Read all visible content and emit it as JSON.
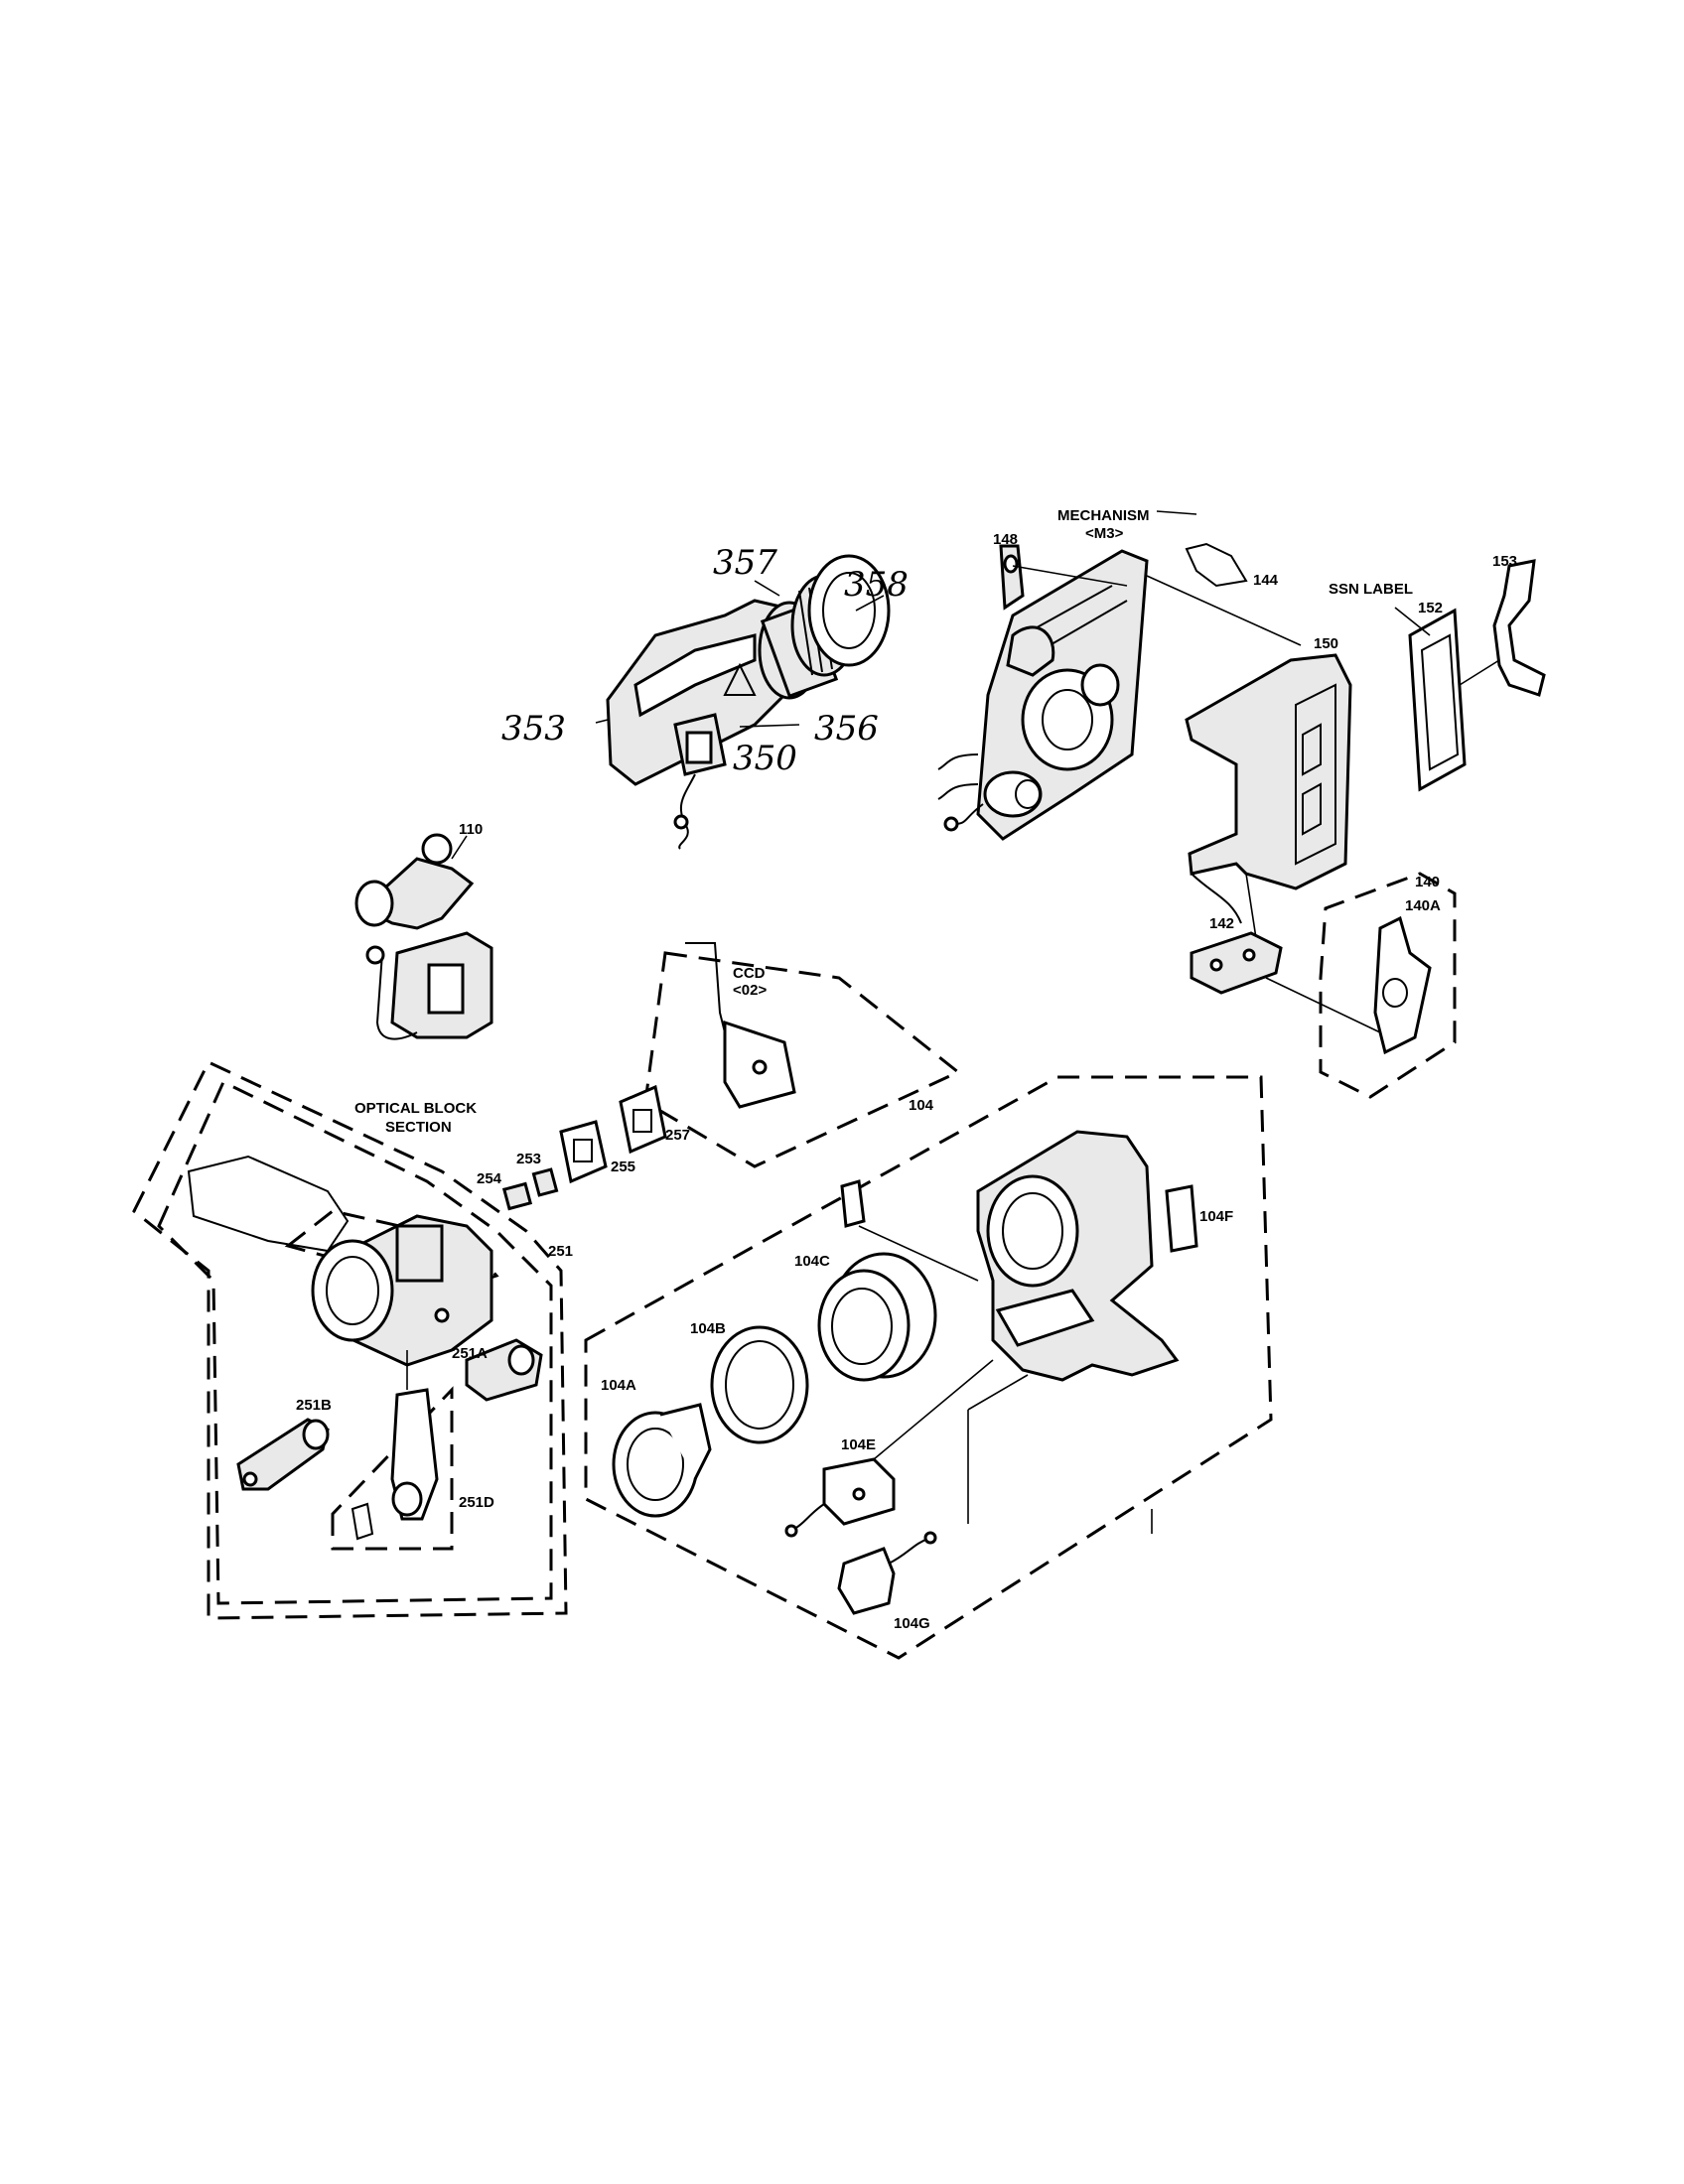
{
  "labels": {
    "p357": "357",
    "p358": "358",
    "p353": "353",
    "p356": "356",
    "p350": "350",
    "mechanism": "MECHANISM",
    "m3": "<M3>",
    "p148": "148",
    "p144": "144",
    "ssn_label": "SSN LABEL",
    "p153": "153",
    "p152": "152",
    "p150": "150",
    "p110": "110",
    "p140": "140",
    "p140a": "140A",
    "p142": "142",
    "ccd": "CCD",
    "ccd02": "<02>",
    "optical_block": "OPTICAL BLOCK",
    "section": "SECTION",
    "p257": "257",
    "p255": "255",
    "p253": "253",
    "p254": "254",
    "p251": "251",
    "p251a": "251A",
    "p251b": "251B",
    "p251d": "251D",
    "p104": "104",
    "p104f": "104F",
    "p104c": "104C",
    "p104b": "104B",
    "p104a": "104A",
    "p104e": "104E",
    "p104g": "104G"
  }
}
